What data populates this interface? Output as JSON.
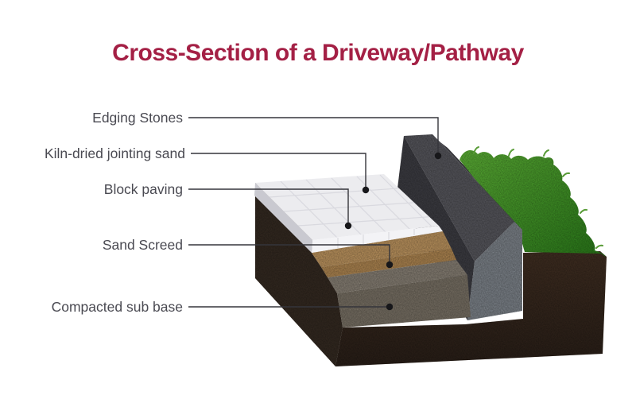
{
  "title": {
    "text": "Cross-Section of a Driveway/Pathway",
    "color": "#A42045"
  },
  "diagram": {
    "label_color": "#4A4A52",
    "labels": [
      {
        "id": "edging-stones",
        "text": "Edging Stones"
      },
      {
        "id": "jointing-sand",
        "text": "Kiln-dried jointing sand"
      },
      {
        "id": "block-paving",
        "text": "Block paving"
      },
      {
        "id": "sand-screed",
        "text": "Sand Screed"
      },
      {
        "id": "sub-base",
        "text": "Compacted sub base"
      }
    ],
    "leader": {
      "line_color": "#35353B",
      "dot_color": "#17171A"
    }
  },
  "materials": {
    "background": "#FFFFFF",
    "paving_top": "#ECECEF",
    "paving_front": "#F3F3F6",
    "paving_side": "#C9C9D0",
    "paving_joint": "#D9D9DF",
    "sand_top": "#D9AA6C",
    "sand_front": "#C8995C",
    "subbase_top": "#9B9285",
    "subbase_front": "#8A8173",
    "soil_left": "#3B2F25",
    "soil_light": "#4A3526",
    "soil_dark": "#2E221A",
    "curb_left": "#45454C",
    "curb_chamfer": "#63636A",
    "curb_top": "#54545B",
    "curb_front": "#8F969E",
    "grass_light": "#6CCE3E",
    "grass_dark": "#2E8C1C",
    "grass_fringe": "#7EDC4F"
  }
}
